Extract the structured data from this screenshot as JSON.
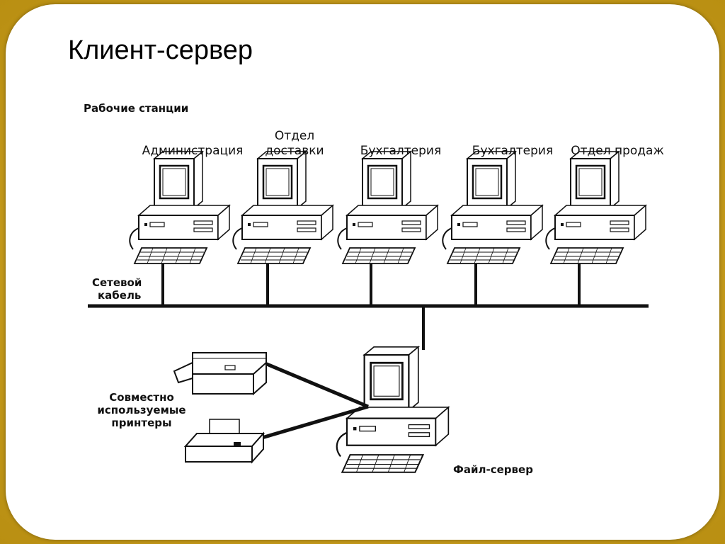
{
  "slide": {
    "title": "Клиент-сервер"
  },
  "diagram": {
    "workstations_label": "Рабочие станции",
    "workstations": [
      {
        "line1": "",
        "line2": "Администрация"
      },
      {
        "line1": "Отдел",
        "line2": "доставки"
      },
      {
        "line1": "",
        "line2": "Бухгалтерия"
      },
      {
        "line1": "",
        "line2": "Бухгалтерия"
      },
      {
        "line1": "",
        "line2": "Отдел продаж"
      }
    ],
    "cable_label_line1": "Сетевой",
    "cable_label_line2": "кабель",
    "printers_label_line1": "Совместно",
    "printers_label_line2": "используемые",
    "printers_label_line3": "принтеры",
    "server_label": "Файл-сервер"
  },
  "colors": {
    "frame": "#c9a227",
    "card": "#ffffff",
    "ink": "#111111"
  }
}
